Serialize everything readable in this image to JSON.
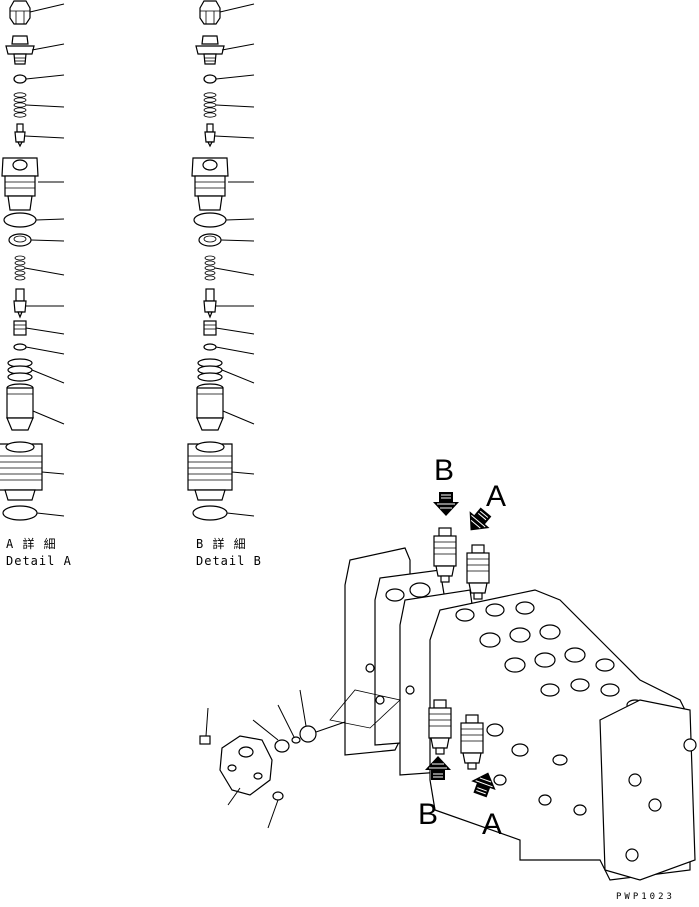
{
  "detail_a": {
    "jp": "A 詳 細",
    "en": "Detail A"
  },
  "detail_b": {
    "jp": "B 詳 細",
    "en": "Detail B"
  },
  "callouts": {
    "top_b": "B",
    "top_a": "A",
    "bottom_b": "B",
    "bottom_a": "A"
  },
  "drawing_code": "PWP1023",
  "icons": [
    "arrow-icon"
  ]
}
